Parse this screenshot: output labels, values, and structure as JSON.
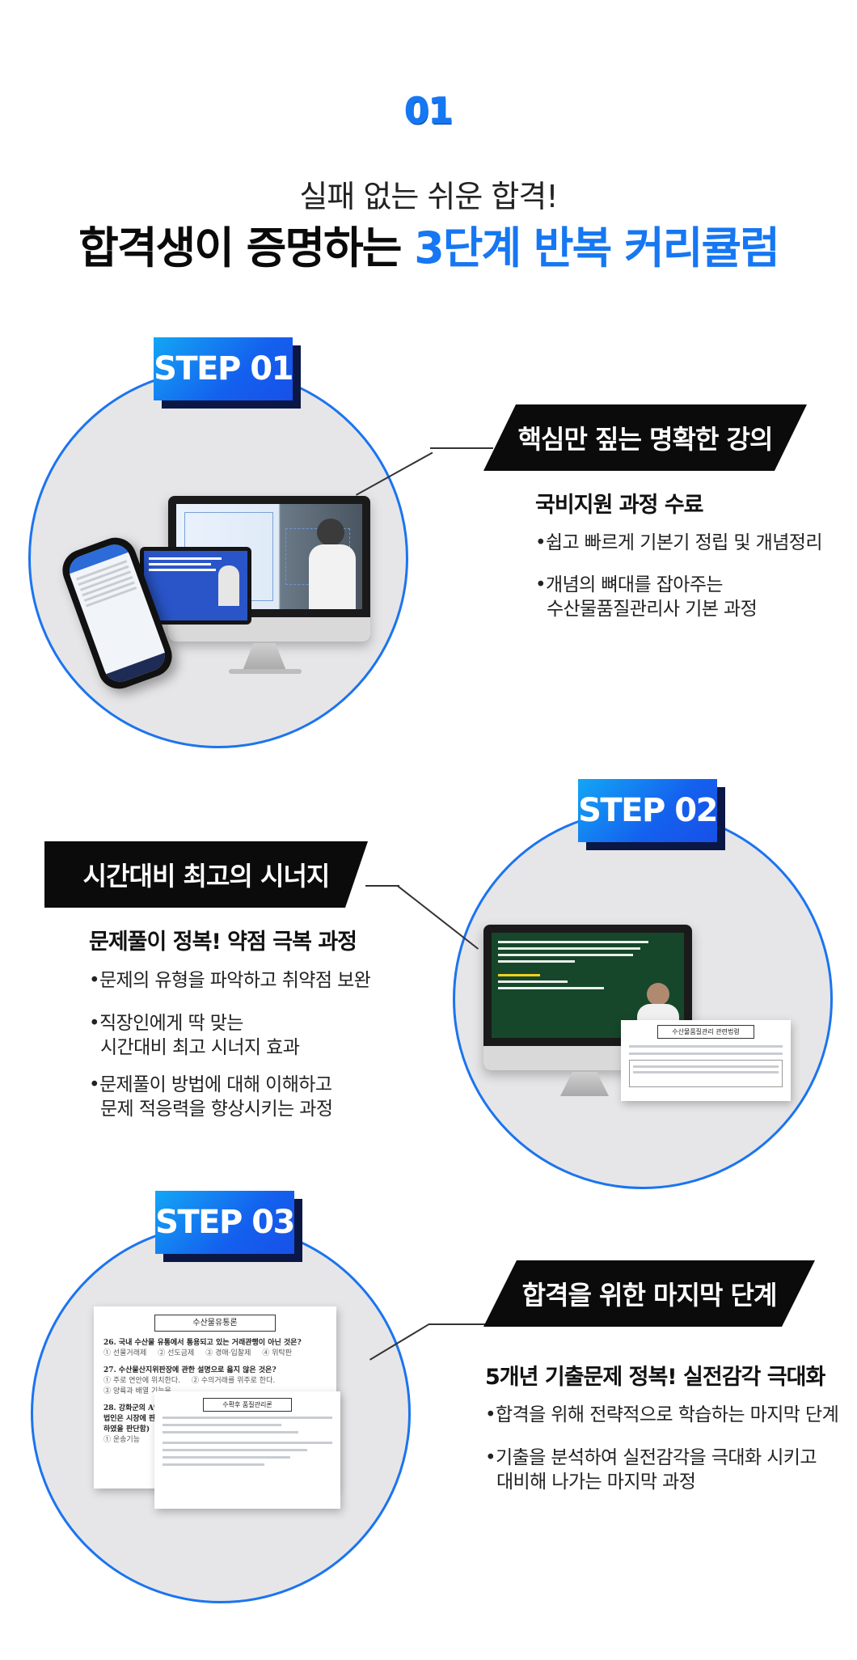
{
  "section_number": "01",
  "subtitle": "실패 없는 쉬운 합격!",
  "headline": {
    "part1": "합격생이 증명하는 ",
    "highlight": "3단계 반복 커리큘럼"
  },
  "colors": {
    "accent": "#1677f2",
    "badge_shadow": "#0b1846",
    "ribbon": "#0b0b0b",
    "circle_bg": "#e6e6e8"
  },
  "steps": [
    {
      "badge": "STEP 01",
      "ribbon": "핵심만 짚는 명확한 강의",
      "heading": "국비지원 과정 수료",
      "bullets": [
        "•쉽고 빠르게 기본기 정립 및 개념정리",
        "•개념의 뼈대를 잡아주는\n  수산물품질관리사 기본 과정"
      ]
    },
    {
      "badge": "STEP 02",
      "ribbon": "시간대비 최고의 시너지",
      "heading": "문제풀이 정복! 약점 극복 과정",
      "bullets": [
        "•문제의 유형을 파악하고 취약점 보완",
        "•직장인에게 딱 맞는\n  시간대비 최고 시너지 효과",
        "•문제풀이 방법에 대해 이해하고\n  문제 적응력을 향상시키는 과정"
      ],
      "paper_title": "수산물품질관리 관련법령"
    },
    {
      "badge": "STEP 03",
      "ribbon": "합격을 위한 마지막 단계",
      "heading": "5개년 기출문제 정복! 실전감각 극대화",
      "bullets": [
        "•합격을 위해 전략적으로 학습하는 마지막 단계",
        "•기출을 분석하여 실전감각을 극대화 시키고\n  대비해 나가는 마지막 과정"
      ],
      "paper_title": "수산물유통론",
      "paper2_title": "수확후 품질관리론",
      "questions": [
        "26. 국내 수산물 유통에서 통용되고 있는 거래관행이 아닌 것은?",
        "27. 수산물산지위판장에 관한 설명으로 옳지 않은 것은?",
        "28. 강화군의 A영어법인은 시장에 판매하였을 판단함)"
      ],
      "options": [
        "① 선물거래제",
        "② 선도금제",
        "③ 경매·입찰제",
        "④ 위탁판",
        "① 주로 연안에 위치한다.",
        "② 수의거래를 위주로 한다.",
        "③ 양륙과 배열 기능을",
        "① 운송기능"
      ]
    }
  ]
}
